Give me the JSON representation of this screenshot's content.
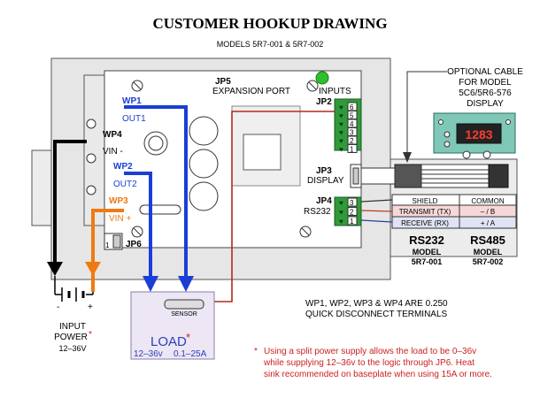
{
  "title": "CUSTOMER HOOKUP DRAWING",
  "subtitle": "MODELS 5R7-001 & 5R7-002",
  "jp5": {
    "id": "JP5",
    "label": "EXPANSION PORT"
  },
  "inputs_label": "INPUTS",
  "jp2": {
    "id": "JP2",
    "pins": [
      "6",
      "5",
      "4",
      "3",
      "2",
      "1"
    ]
  },
  "jp3": {
    "id": "JP3",
    "label": "DISPLAY"
  },
  "jp4": {
    "id": "JP4",
    "label": "RS232",
    "pins": [
      "3",
      "2",
      "1"
    ]
  },
  "jp6": {
    "id": "JP6",
    "pin": "1"
  },
  "wp": {
    "wp1": {
      "id": "WP1",
      "label": "OUT1",
      "color": "#1a3ed6"
    },
    "wp2": {
      "id": "WP2",
      "label": "OUT2",
      "color": "#1a3ed6"
    },
    "wp3": {
      "id": "WP3",
      "label": "VIN +",
      "color": "#f07a10"
    },
    "wp4": {
      "id": "WP4",
      "label": "VIN -",
      "color": "#000000"
    }
  },
  "optional_cable": [
    "OPTIONAL CABLE",
    "FOR MODEL",
    "5C6/5R6-576",
    "DISPLAY"
  ],
  "display_readout": "1283",
  "signal_table": {
    "headers": [
      "SHIELD",
      "COMMON"
    ],
    "rows": [
      {
        "left": "TRANSMIT (TX)",
        "right": "– / B"
      },
      {
        "left": "RECEIVE (RX)",
        "right": "+ / A"
      }
    ],
    "models": [
      {
        "name": "RS232",
        "line1": "MODEL",
        "line2": "5R7-001"
      },
      {
        "name": "RS485",
        "line1": "MODEL",
        "line2": "5R7-002"
      }
    ]
  },
  "power": {
    "minus": "-",
    "plus": "+",
    "label": "INPUT",
    "label2": "POWER",
    "asterisk": "*",
    "range": "12–36V"
  },
  "load": {
    "sensor": "SENSOR",
    "label": "LOAD",
    "asterisk": "*",
    "v": "12–36v",
    "a": "0.1–25A"
  },
  "wp_note": [
    "WP1, WP2, WP3 & WP4 ARE 0.250",
    "QUICK DISCONNECT TERMINALS"
  ],
  "footnote": {
    "star": "*",
    "lines": [
      "Using a split power supply allows the load to be 0–36v",
      "while supplying 12–36v to the logic through JP6. Heat",
      "sink recommended on baseplate when using 15A or more."
    ]
  },
  "colors": {
    "blue": "#1a3ed6",
    "orange": "#f07a10",
    "red_wire": "#b4281e",
    "green_term": "#2f9a3a",
    "led": "#2fbf2f"
  }
}
